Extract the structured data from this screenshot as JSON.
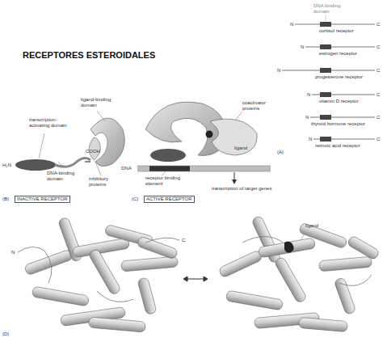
{
  "diagram": {
    "title": "RECEPTORES ESTEROIDALES",
    "labels": [
      "DNA binding domain",
      "N",
      "C",
      "cortisol receptor",
      "N",
      "C",
      "estrogen receptor",
      "N",
      "C",
      "progesterone receptor",
      "N",
      "C",
      "vitamin D receptor",
      "N",
      "C",
      "thyroid hormone receptor",
      "N",
      "C",
      "retinoic acid receptor",
      "(A)",
      "transcription-activating domain",
      "ligand-binding domain",
      "H₂N",
      "DNA-binding domain",
      "COOH",
      "inhibitory proteins",
      "(B)",
      "INACTIVE RECEPTOR",
      "coactivator proteins",
      "ligand",
      "DNA",
      "receptor binding element",
      "transcription of target genes",
      "(C)",
      "ACTIVE RECEPTOR",
      "N",
      "C",
      "ligand",
      "(D)"
    ]
  }
}
